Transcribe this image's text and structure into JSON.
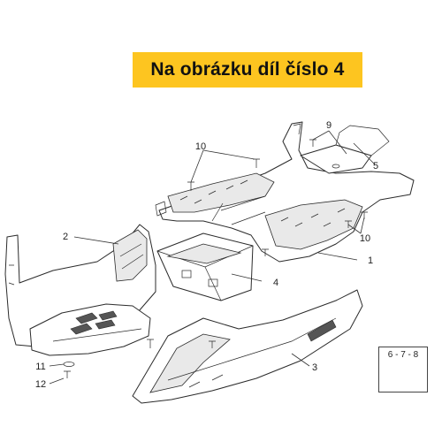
{
  "banner": {
    "text": "Na obrázku díl číslo 4",
    "color": "#fdc520"
  },
  "callouts": {
    "c1": "1",
    "c2": "2",
    "c3": "3",
    "c4": "4",
    "c5": "5",
    "c9": "9",
    "c10a": "10",
    "c10b": "10",
    "c11": "11",
    "c12": "12"
  },
  "inset": {
    "label": "6 - 7 - 8"
  }
}
